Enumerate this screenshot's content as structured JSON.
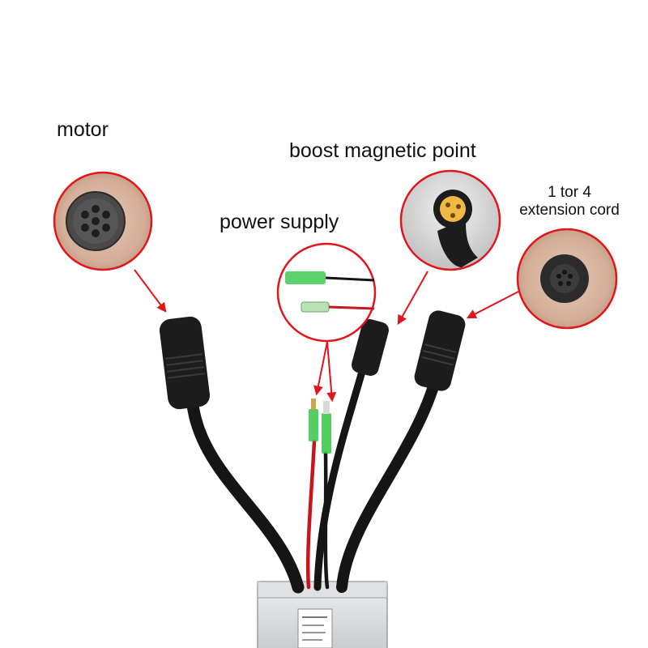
{
  "labels": {
    "motor": "motor",
    "boost": "boost magnetic point",
    "power": "power supply",
    "extension_line1": "1 tor 4",
    "extension_line2": "extension cord"
  },
  "colors": {
    "callout_ring": "#e0161b",
    "arrow": "#e0161b",
    "cable": "#151515",
    "connector_body": "#1c1c1c",
    "wire_red": "#c8151b",
    "terminal_green": "#35c646",
    "controller_box": "#d7d9dc",
    "pin_insert_yellow": "#f0b845"
  },
  "icons": {
    "motor_callout": "round-9-pin-female-connector-icon",
    "boost_callout": "3-pin-yellow-insert-connector-icon",
    "power_callout": "green-spade-terminal-wires-icon",
    "extension_callout": "round-female-connector-icon"
  }
}
